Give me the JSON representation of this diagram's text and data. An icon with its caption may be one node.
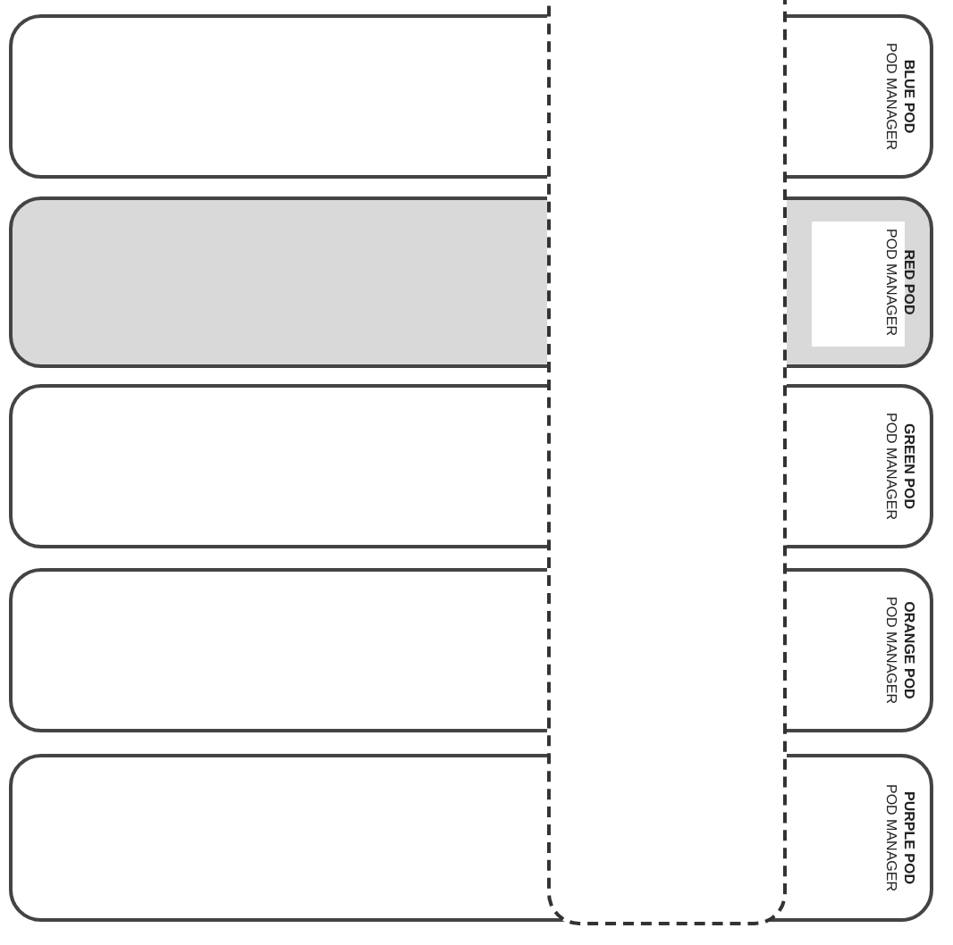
{
  "diagram": {
    "nodes": [
      {
        "text": [
          "BLUE POD",
          "POD MANAGER"
        ]
      },
      {
        "text": [
          "RED POD",
          "POD MANAGER"
        ]
      },
      {
        "text": [
          "GREEN POD",
          "POD MANAGER"
        ]
      },
      {
        "text": [
          "ORANGE POD",
          "POD MANAGER"
        ]
      },
      {
        "text": [
          "PURPLE POD",
          "POD MANAGER"
        ]
      },
      {
        "text": [],
        "shape": "box"
      }
    ]
  }
}
